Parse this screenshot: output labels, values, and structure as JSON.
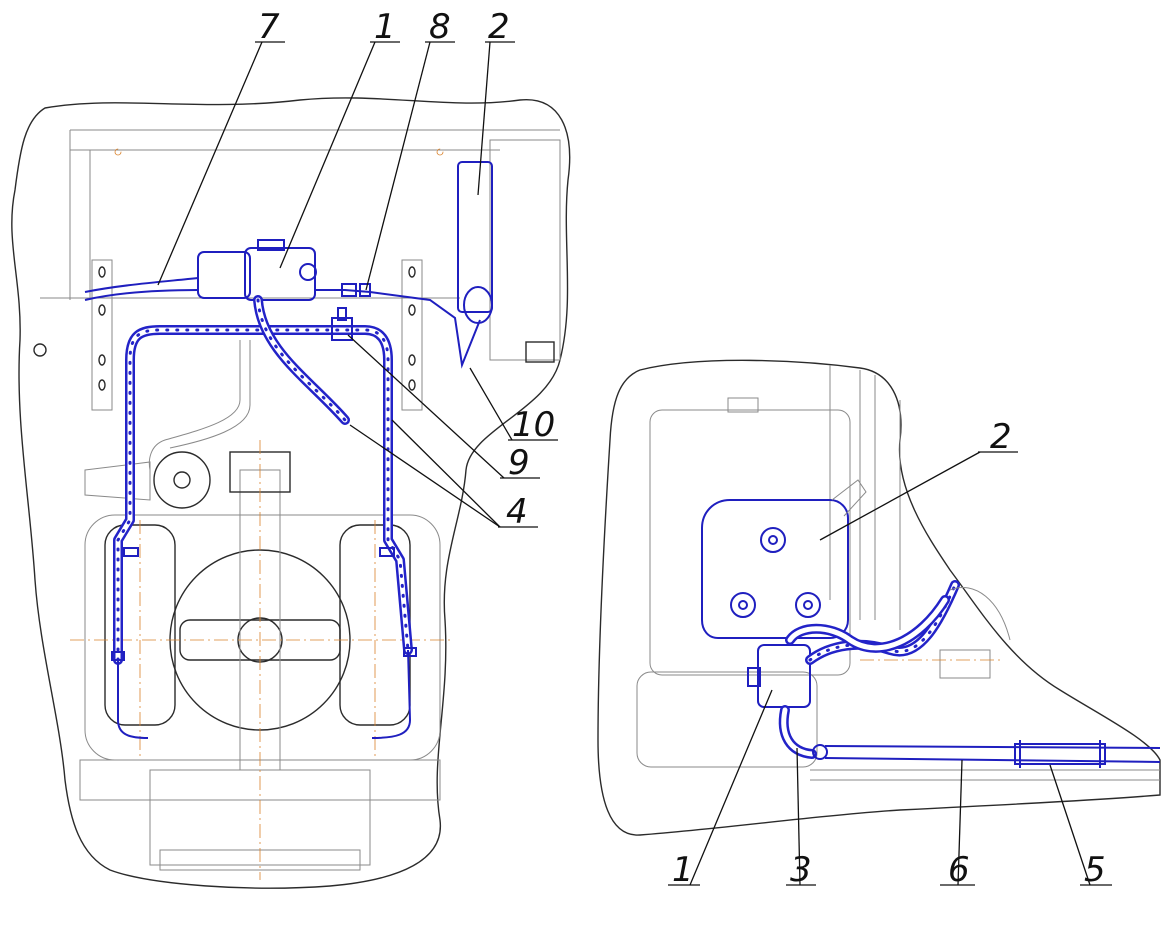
{
  "callouts": {
    "left_7": "7",
    "left_1": "1",
    "left_8": "8",
    "left_2": "2",
    "left_10": "10",
    "left_9": "9",
    "left_4": "4",
    "right_2": "2",
    "right_1": "1",
    "right_3": "3",
    "right_6": "6",
    "right_5": "5"
  },
  "colors": {
    "outline": "#2b2b2b",
    "hose": "#2323c8",
    "centerline": "#d9822b",
    "background": "#ffffff"
  }
}
